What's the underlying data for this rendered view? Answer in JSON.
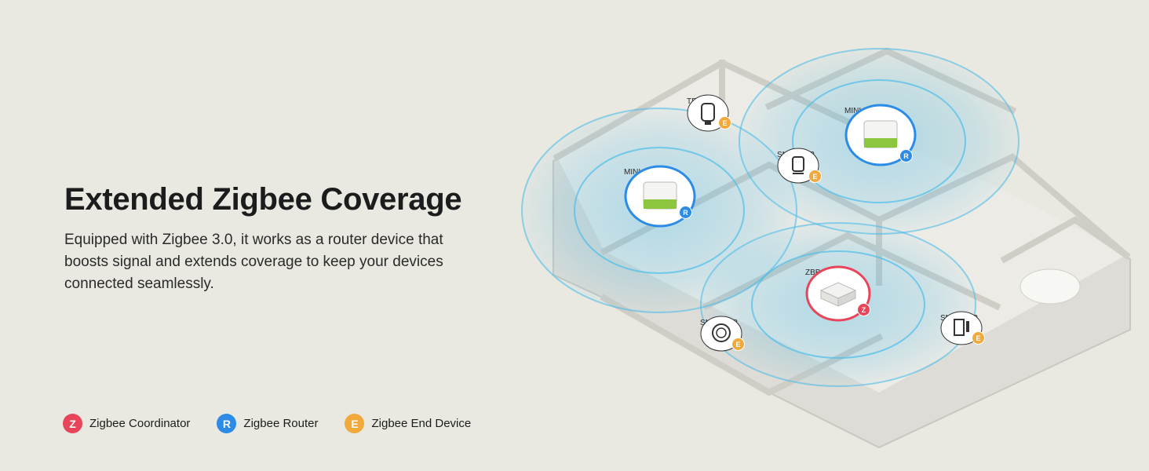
{
  "headline": "Extended Zigbee Coverage",
  "body": "Equipped with Zigbee 3.0, it works as a router device that boosts signal and extends coverage to keep your devices connected seamlessly.",
  "legend": [
    {
      "label": "Zigbee Coordinator",
      "glyph": "Z",
      "color": "#e8445a",
      "icon": "zigbee-coordinator-icon"
    },
    {
      "label": "Zigbee Router",
      "glyph": "R",
      "color": "#2b8be6",
      "icon": "zigbee-router-icon"
    },
    {
      "label": "Zigbee End Device",
      "glyph": "E",
      "color": "#f2a93b",
      "icon": "zigbee-end-device-icon"
    }
  ],
  "devices": {
    "trvzb": {
      "label": "TRVZB",
      "badge": "E"
    },
    "router_left": {
      "label": "MINI-ZB2GS",
      "badge": "R"
    },
    "router_right": {
      "label": "MINI-ZB2GS",
      "badge": "R"
    },
    "snzb_03p": {
      "label": "SNZB-03P",
      "badge": "E"
    },
    "zbbridge": {
      "label": "ZBBridge-P",
      "badge": "Z"
    },
    "snzb_01p": {
      "label": "SNZB-01P",
      "badge": "E"
    },
    "snzb_04p": {
      "label": "SNZB-04P",
      "badge": "E"
    }
  },
  "colors": {
    "coordinator": "#e8445a",
    "router": "#2b8be6",
    "end_device": "#f2a93b",
    "coverage": "#3fb6e6"
  }
}
